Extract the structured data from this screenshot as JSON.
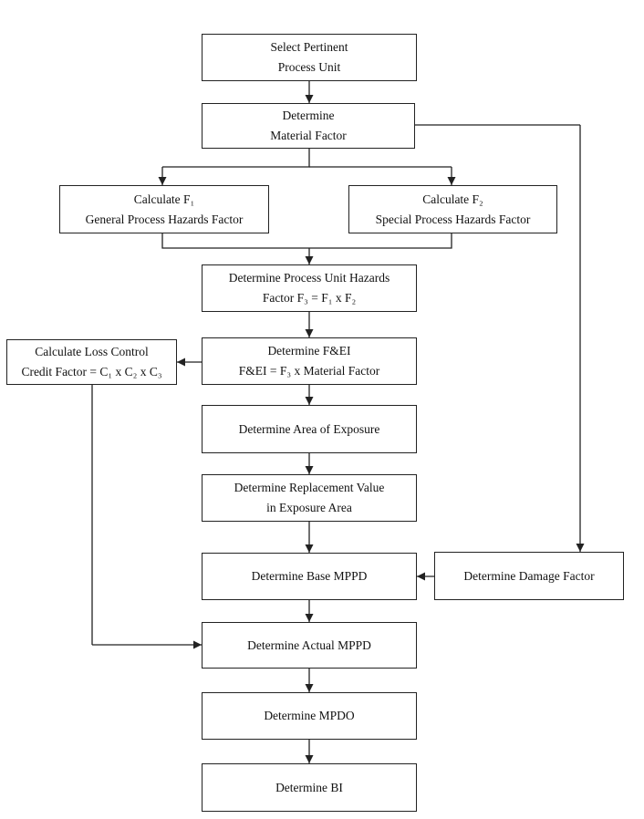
{
  "diagram": {
    "nodes": {
      "select_unit": {
        "line1": "Select Pertinent",
        "line2": "Process Unit"
      },
      "material_factor": {
        "line1": "Determine",
        "line2": "Material Factor"
      },
      "f1": {
        "line1": "Calculate F₁",
        "line2": "General Process Hazards Factor"
      },
      "f2": {
        "line1": "Calculate F₂",
        "line2": "Special Process Hazards Factor"
      },
      "f3": {
        "line1": "Determine Process Unit Hazards",
        "line2": "Factor   F₃ = F₁ x F₂"
      },
      "loss_control": {
        "line1": "Calculate Loss Control",
        "line2": "Credit Factor = C₁ x C₂ x C₃"
      },
      "fei": {
        "line1": "Determine F&EI",
        "line2": "F&EI = F₃ x Material Factor"
      },
      "exposure_area": {
        "line1": "Determine Area of Exposure"
      },
      "replacement_value": {
        "line1": "Determine Replacement Value",
        "line2": "in Exposure Area"
      },
      "base_mppd": {
        "line1": "Determine Base MPPD"
      },
      "damage_factor": {
        "line1": "Determine Damage Factor"
      },
      "actual_mppd": {
        "line1": "Determine Actual MPPD"
      },
      "mpdo": {
        "line1": "Determine MPDO"
      },
      "bi": {
        "line1": "Determine BI"
      }
    }
  }
}
